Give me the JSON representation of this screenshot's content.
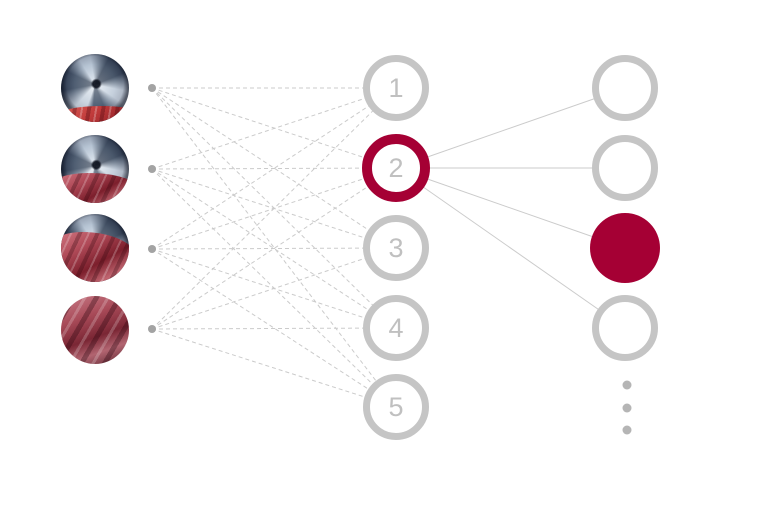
{
  "colors": {
    "accent": "#a50034",
    "ring_gray": "#c5c5c5",
    "line_gray": "#cbcbcb",
    "dot_gray": "#a3a3a3",
    "label_gray": "#c0c0c0",
    "background": "#ffffff"
  },
  "network": {
    "inputs": [
      {
        "icon": "washer-drum-photo",
        "fabric_coverage": "low"
      },
      {
        "icon": "washer-drum-photo",
        "fabric_coverage": "half"
      },
      {
        "icon": "washer-drum-photo",
        "fabric_coverage": "high"
      },
      {
        "icon": "washer-drum-photo",
        "fabric_coverage": "full"
      }
    ],
    "hidden_nodes": [
      {
        "label": "1",
        "highlighted": false
      },
      {
        "label": "2",
        "highlighted": true
      },
      {
        "label": "3",
        "highlighted": false
      },
      {
        "label": "4",
        "highlighted": false
      },
      {
        "label": "5",
        "highlighted": false
      }
    ],
    "output_nodes": [
      {
        "state": "empty"
      },
      {
        "state": "empty"
      },
      {
        "state": "filled"
      },
      {
        "state": "empty"
      }
    ],
    "connections": {
      "input_to_hidden": "every input dot connects to every numbered node (dashed)",
      "hidden_to_output": "highlighted node 2 connects to all four output nodes (solid)"
    },
    "ellipsis_dot_count": 3
  }
}
